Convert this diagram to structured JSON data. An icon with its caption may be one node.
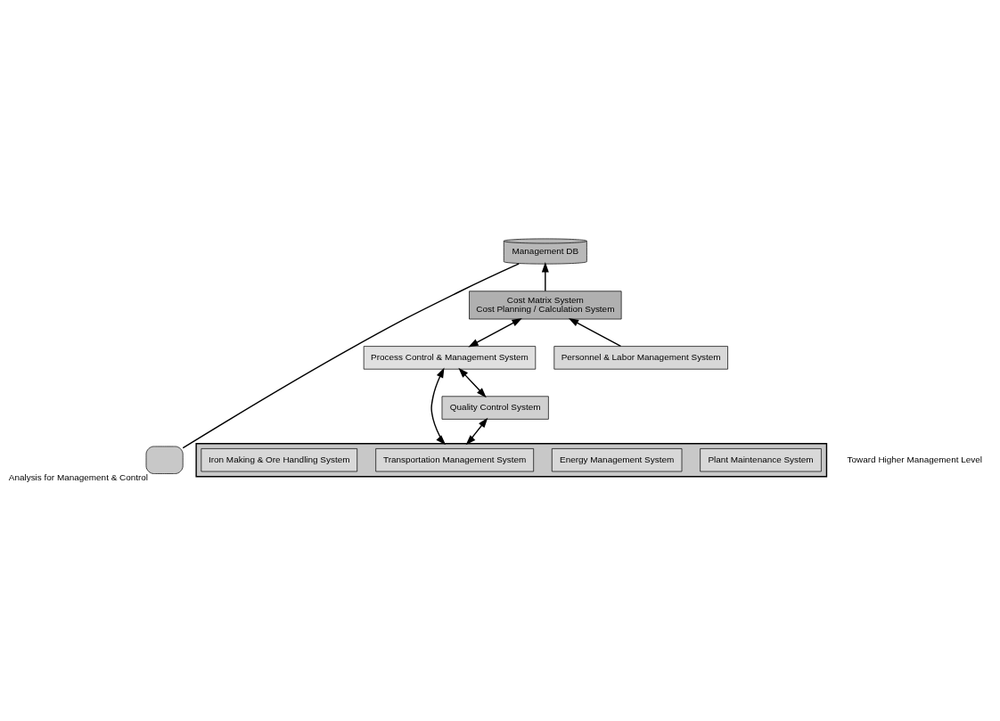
{
  "diagram": {
    "nodes": [
      {
        "text": [
          "Management DB"
        ]
      },
      {
        "text": [],
        "shape": "box",
        "beside": [
          "Analysis for Management & Control"
        ]
      },
      {
        "text": [
          "Cost Matrix System",
          "Cost Planning / Calculation System"
        ]
      },
      {
        "text": [
          "Process Control & Management System"
        ]
      },
      {
        "text": [
          "Quality Control System"
        ]
      },
      {
        "text": [],
        "shape": "box"
      },
      {
        "text": [
          "Plant Maintenance System"
        ],
        "in": 5
      },
      {
        "text": [
          "Energy Management System"
        ],
        "in": 5
      },
      {
        "text": [
          "Transportation Management System"
        ],
        "in": 5
      },
      {
        "text": [
          "Iron Making & Ore Handling System"
        ],
        "in": 5
      },
      {
        "text": [
          "Personnel & Labor Management System"
        ]
      }
    ],
    "edges": [
      {
        "from": 2,
        "to": 0,
        "arrow": "to"
      },
      {
        "from": 0,
        "to": 1,
        "arrow": "none"
      },
      {
        "from": 3,
        "to": 2,
        "arrow": "both"
      },
      {
        "from": 4,
        "to": 3,
        "arrow": "both"
      },
      {
        "from": 3,
        "to": 5,
        "arrow": "both"
      },
      {
        "from": 4,
        "to": 5,
        "arrow": "both"
      },
      {
        "from": 10,
        "to": 2,
        "arrow": "to"
      }
    ],
    "labels": [
      "Toward Higher Management Level"
    ]
  }
}
